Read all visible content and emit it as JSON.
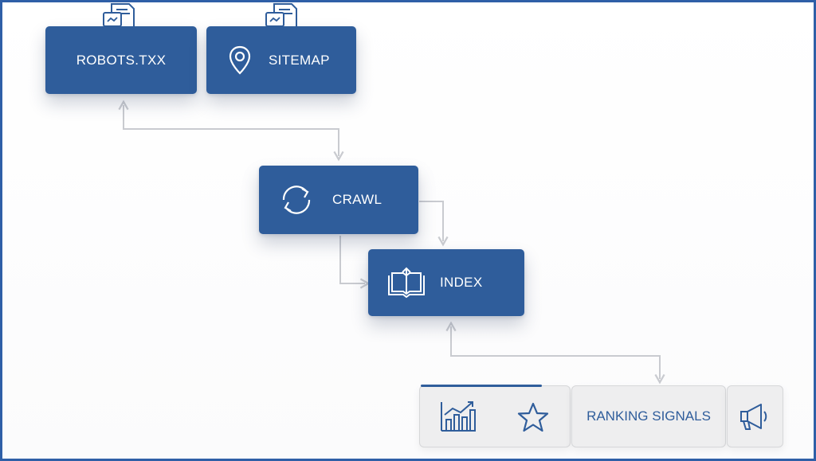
{
  "nodes": {
    "robots": {
      "label": "ROBOTS.TXX",
      "icon": "document-icon"
    },
    "sitemap": {
      "label": "SITEMAP",
      "icon": "location-pin-icon"
    },
    "crawl": {
      "label": "CRAWL",
      "icon": "refresh-cycle-icon"
    },
    "index": {
      "label": "INDEX",
      "icon": "open-book-icon"
    }
  },
  "ranking_panel": {
    "label": "RANKING SIGNALS",
    "icons": [
      "bar-chart-trend-icon",
      "star-icon",
      "megaphone-icon"
    ]
  },
  "colors": {
    "node_fill": "#2f5d9b",
    "frame_border": "#2f5fa7",
    "connector": "#c9cbd0",
    "panel_fill": "#eeeeef"
  }
}
